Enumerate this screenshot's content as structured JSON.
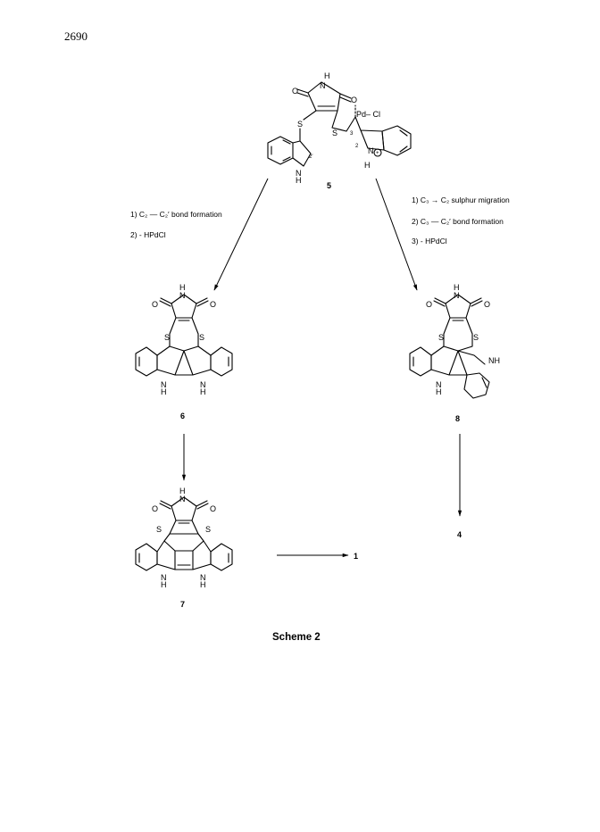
{
  "page": {
    "number": "2690"
  },
  "scheme": {
    "caption": "Scheme 2",
    "compounds": {
      "c5": "5",
      "c6": "6",
      "c7": "7",
      "c8": "8",
      "p1": "1",
      "p4": "4"
    },
    "left_conditions": {
      "step1": "1) C₂ — C₂′ bond formation",
      "step2": "2) - HPdCl"
    },
    "right_conditions": {
      "step1": "1) C₃ → C₂ sulphur  migration",
      "step2": "2) C₃ — C₂′ bond formation",
      "step3": "3) - HPdCl"
    },
    "atoms": {
      "O": "O",
      "N": "N",
      "H": "H",
      "S": "S",
      "NH": "NH",
      "PdCl": "Pd– Cl",
      "two": "2",
      "three": "3",
      "twoprime": "2′",
      "plus": "+"
    }
  }
}
